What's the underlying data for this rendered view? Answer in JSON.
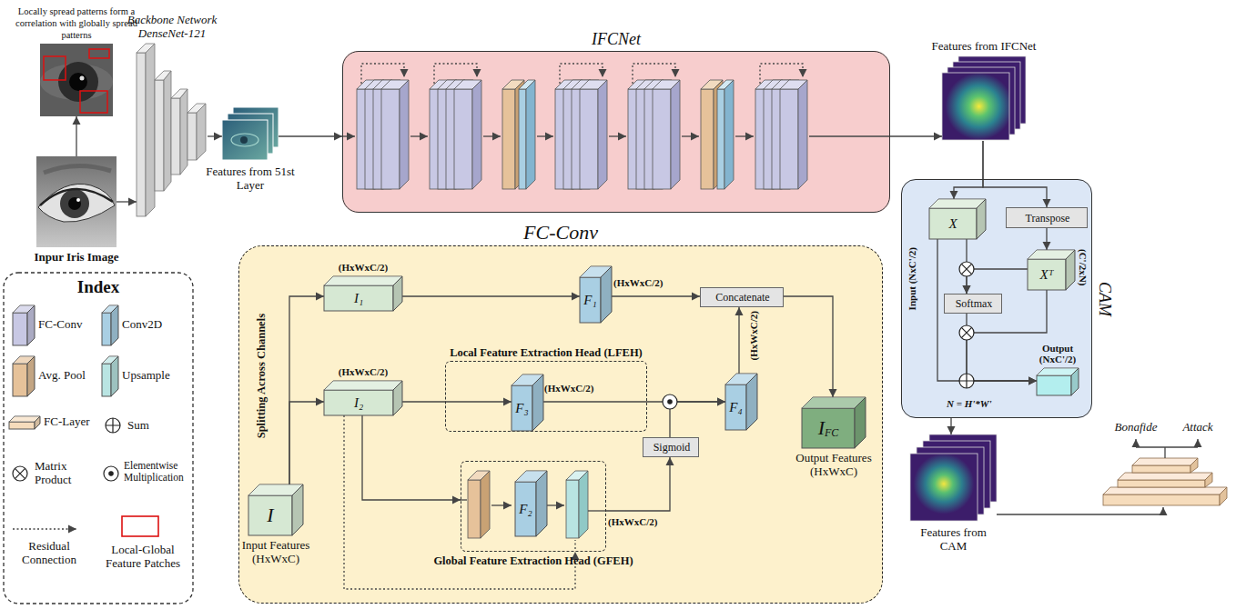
{
  "diagram": {
    "nodes": [
      {
        "text": [
          "Locally spread patterns form a correlation with globally spread patterns"
        ]
      },
      {
        "text": [
          "Inpur Iris Image"
        ]
      },
      {
        "text": [
          "Backbone Network DenseNet-121"
        ]
      },
      {
        "text": [
          "Features from 51st Layer"
        ]
      },
      {
        "text": [
          "IFCNet"
        ]
      },
      {
        "text": [
          "Features from IFCNet"
        ]
      },
      {
        "text": [
          "CAM"
        ]
      },
      {
        "text": [
          "X"
        ],
        "in": 6
      },
      {
        "text": [
          "Transpose"
        ],
        "in": 6
      },
      {
        "text": [
          "Xᵀ"
        ],
        "in": 6
      },
      {
        "text": [
          "Softmax"
        ],
        "in": 6
      },
      {
        "text": [
          "Output (NxC'/2)"
        ],
        "in": 6
      },
      {
        "text": [
          "FC-Conv"
        ]
      },
      {
        "text": [
          "I",
          "Input Features (HxWxC)"
        ],
        "in": 12
      },
      {
        "text": [
          "(HxWxC/2)",
          "I₁"
        ],
        "in": 12
      },
      {
        "text": [
          "(HxWxC/2)",
          "I₂"
        ],
        "in": 12
      },
      {
        "text": [
          "F₁"
        ],
        "in": 12
      },
      {
        "text": [
          "Local Feature Extraction Head (LFEH)"
        ],
        "in": 12
      },
      {
        "text": [
          "F₃"
        ],
        "in": 17
      },
      {
        "text": [
          "Global Feature Extraction Head (GFEH)"
        ],
        "in": 12
      },
      {
        "text": [
          "F₂"
        ],
        "in": 19
      },
      {
        "text": [
          "Sigmoid"
        ],
        "in": 12
      },
      {
        "text": [
          "F₄"
        ],
        "in": 12
      },
      {
        "text": [
          "Concatenate"
        ],
        "in": 12
      },
      {
        "text": [
          "I",
          "FC",
          "Output Features (HxWxC)"
        ],
        "in": 12
      },
      {
        "text": [
          "Features from CAM"
        ]
      }
    ],
    "edges": [
      {
        "from": 1,
        "to": 0,
        "arrow": "to"
      },
      {
        "from": 1,
        "to": 2,
        "arrow": "to"
      },
      {
        "from": 2,
        "to": 3,
        "arrow": "to"
      },
      {
        "from": 3,
        "to": 4,
        "arrow": "to"
      },
      {
        "from": 4,
        "to": 5,
        "arrow": "to"
      },
      {
        "from": 5,
        "to": 7,
        "arrow": "to"
      },
      {
        "from": 5,
        "to": 8,
        "arrow": "to"
      },
      {
        "from": 8,
        "to": 9,
        "arrow": "to"
      },
      {
        "from": 7,
        "to": 10,
        "arrow": "to"
      },
      {
        "from": 9,
        "to": 10,
        "arrow": "to"
      },
      {
        "from": 10,
        "to": 11,
        "arrow": "to"
      },
      {
        "from": 9,
        "to": 11,
        "arrow": "to"
      },
      {
        "from": 7,
        "to": 11,
        "arrow": "to"
      },
      {
        "from": 6,
        "to": 25,
        "arrow": "to"
      },
      {
        "from": 13,
        "to": 14,
        "arrow": "to"
      },
      {
        "from": 13,
        "to": 15,
        "arrow": "to"
      },
      {
        "from": 14,
        "to": 16,
        "arrow": "to"
      },
      {
        "from": 16,
        "to": 23,
        "arrow": "to"
      },
      {
        "from": 15,
        "to": 18,
        "arrow": "to"
      },
      {
        "from": 15,
        "to": 19,
        "arrow": "to"
      },
      {
        "from": 19,
        "to": 21,
        "arrow": "to"
      },
      {
        "from": 18,
        "to": 22,
        "arrow": "to"
      },
      {
        "from": 21,
        "to": 22,
        "arrow": "to"
      },
      {
        "from": 22,
        "to": 23,
        "arrow": "to"
      },
      {
        "from": 23,
        "to": 24,
        "arrow": "to"
      },
      {
        "from": 15,
        "to": 19,
        "arrow": "to"
      }
    ],
    "labels": [
      "(HxWxC/2)",
      "(HxWxC/2)",
      "(HxWxC/2)",
      "(HxWxC/2)",
      "Splitting Across Channels",
      "Input (NxC'/2)",
      "(C'/2xN)",
      "N = H'*W'",
      "Bonafide",
      "Attack",
      "Index"
    ],
    "legend": [
      {
        "text": "FC-Conv",
        "color": "#c8c8e4"
      },
      {
        "text": "Conv2D",
        "color": "#a9cfe3"
      },
      {
        "text": "Avg. Pool",
        "color": "#e6c29a"
      },
      {
        "text": "Upsample",
        "color": "#b9e4e2"
      },
      {
        "text": "FC-Layer",
        "color": "#f6dcbc"
      },
      {
        "text": "Sum"
      },
      {
        "text": "Matrix Product"
      },
      {
        "text": "Elementwise Multiplication"
      },
      {
        "text": "Residual Connection"
      },
      {
        "text": "Local-Global Feature Patches"
      }
    ]
  }
}
